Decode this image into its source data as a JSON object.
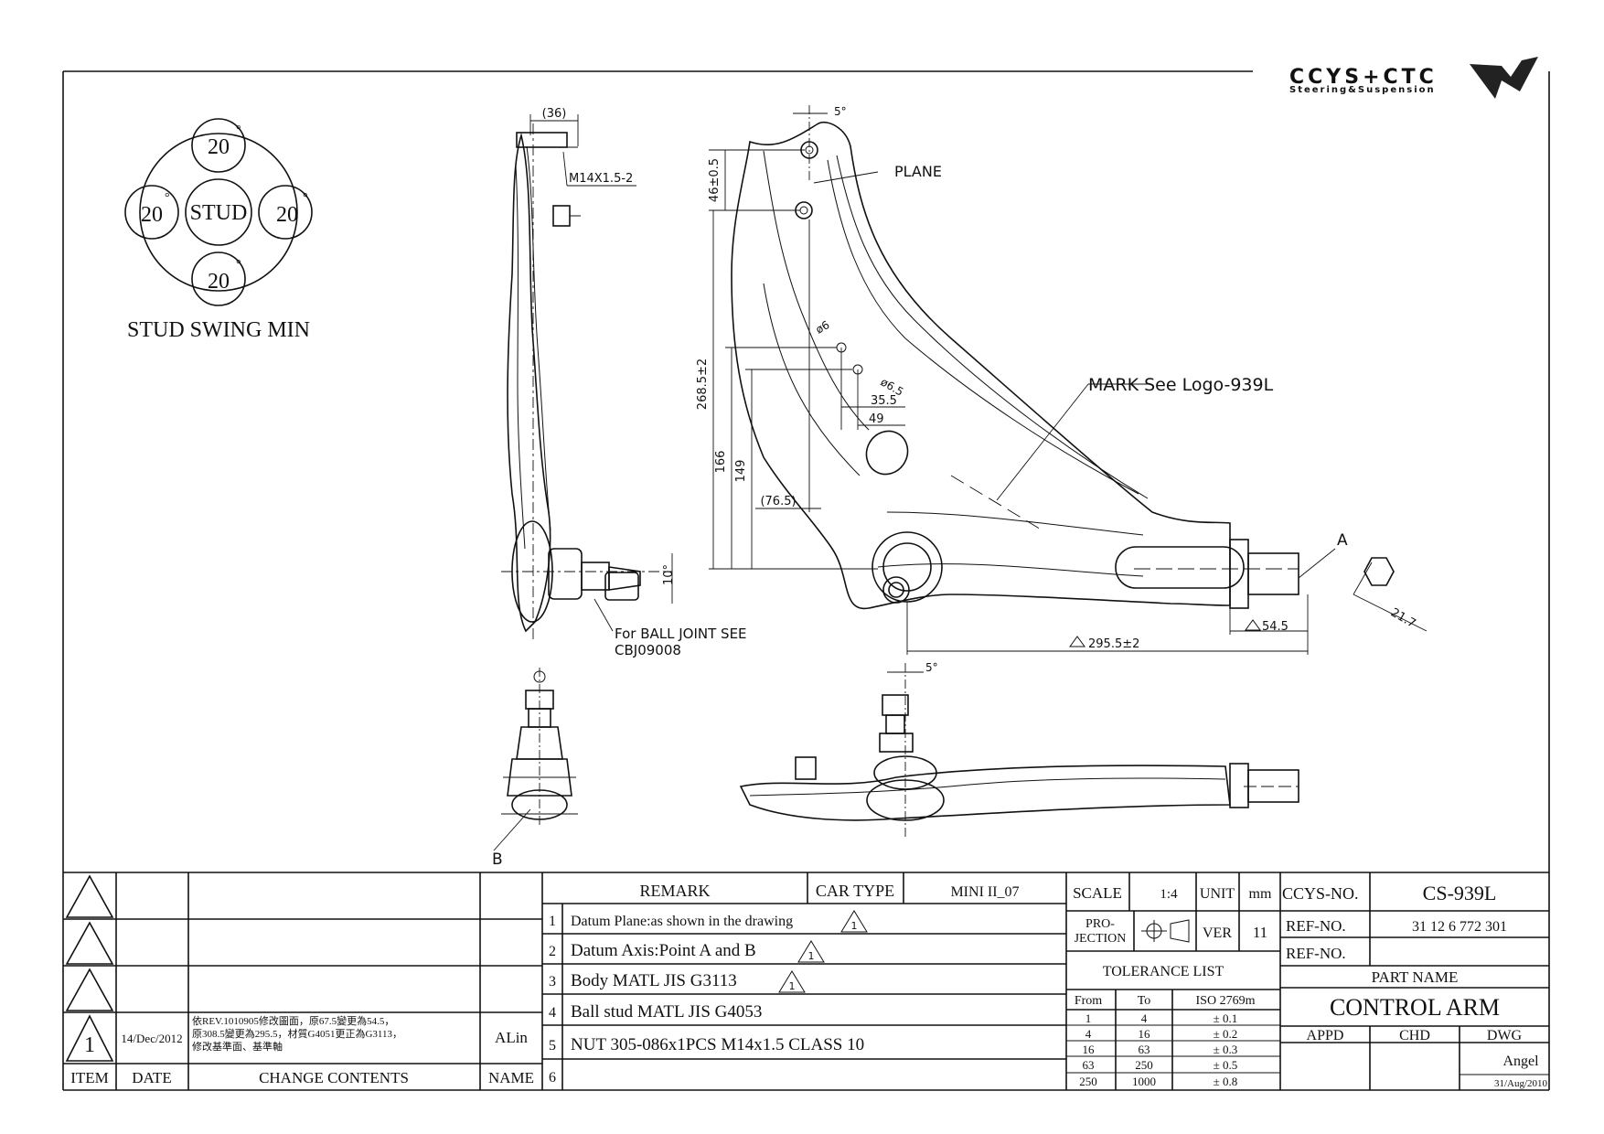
{
  "logo": {
    "brand": "CCYS+CTC",
    "tagline": "Steering&Suspension"
  },
  "stud_swing": {
    "center": "STUD",
    "angles": [
      "20",
      "20",
      "20",
      "20"
    ],
    "degree": "°",
    "caption": "STUD SWING MIN"
  },
  "labels": {
    "d36": "(36)",
    "thread": "M14X1.5-2",
    "ten_deg": "10°",
    "ball_joint": "For BALL JOINT SEE",
    "ball_joint_ref": "CBJ09008",
    "d5_top": "5°",
    "plane": "PLANE",
    "d46": "46±0.5",
    "d268": "268.5±2",
    "d166": "166",
    "d149": "149",
    "d76": "(76.5)",
    "phi6": "ø6",
    "phi65": "ø6.5",
    "d355": "35.5",
    "d49": "49",
    "mark": "MARK See Logo-939L",
    "point_a": "A",
    "d545": "54.5",
    "d2955": "295.5±2",
    "d217": "21.7",
    "d5_bottom": "5°",
    "point_b": "B"
  },
  "revision": {
    "rows": [
      {
        "item": "",
        "date": "",
        "change": "",
        "name": ""
      },
      {
        "item": "",
        "date": "",
        "change": "",
        "name": ""
      },
      {
        "item": "",
        "date": "",
        "change": "",
        "name": ""
      },
      {
        "item": "1",
        "date": "14/Dec/2012",
        "change_lines": [
          "依REV.1010905修改圖面，原67.5變更為54.5，",
          "原308.5變更為295.5，材質G4051更正為G3113，",
          "修改基準面、基準軸"
        ],
        "name": "ALin"
      }
    ],
    "headers": {
      "item": "ITEM",
      "date": "DATE",
      "change": "CHANGE CONTENTS",
      "name": "NAME"
    }
  },
  "remarks": {
    "header": "REMARK",
    "car_type_label": "CAR TYPE",
    "car_type": "MINI II_07",
    "items": [
      {
        "no": "1",
        "text": "Datum Plane:as shown in the drawing"
      },
      {
        "no": "2",
        "text": "Datum Axis:Point A and B"
      },
      {
        "no": "3",
        "text": "Body MATL JIS G3113"
      },
      {
        "no": "4",
        "text": "Ball stud MATL JIS G4053"
      },
      {
        "no": "5",
        "text": "NUT 305-086x1PCS M14x1.5 CLASS 10"
      },
      {
        "no": "6",
        "text": ""
      }
    ]
  },
  "spec": {
    "scale_label": "SCALE",
    "scale": "1:4",
    "unit_label": "UNIT",
    "unit": "mm",
    "projection_label": "PRO-\nJECTION",
    "ver_label": "VER",
    "ver": "11",
    "tolerance_title": "TOLERANCE LIST",
    "tol_headers": [
      "From",
      "To",
      "ISO 2769m"
    ],
    "tolerances": [
      [
        "1",
        "4",
        "± 0.1"
      ],
      [
        "4",
        "16",
        "± 0.2"
      ],
      [
        "16",
        "63",
        "± 0.3"
      ],
      [
        "63",
        "250",
        "± 0.5"
      ],
      [
        "250",
        "1000",
        "± 0.8"
      ]
    ]
  },
  "title_block": {
    "ccys_no_label": "CCYS-NO.",
    "ccys_no": "CS-939L",
    "ref_no_label": "REF-NO.",
    "ref_no": "31 12 6 772 301",
    "ref_no2_label": "REF-NO.",
    "ref_no2": "",
    "part_name_label": "PART NAME",
    "part_name": "CONTROL ARM",
    "appd": "APPD",
    "chd": "CHD",
    "dwg": "DWG",
    "drawn_by": "Angel",
    "date": "31/Aug/2010"
  }
}
